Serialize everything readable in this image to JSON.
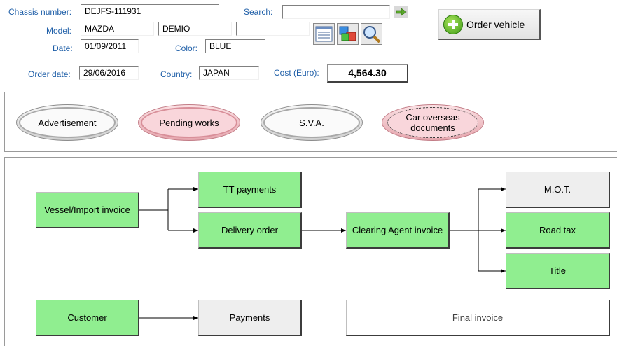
{
  "header": {
    "chassis_label": "Chassis number:",
    "chassis_value": "DEJFS-111931",
    "search_label": "Search:",
    "search_value": "",
    "model_label": "Model:",
    "model_make": "MAZDA",
    "model_name": "DEMIO",
    "model_extra": "",
    "date_label": "Date:",
    "date_value": "01/09/2011",
    "color_label": "Color:",
    "color_value": "BLUE",
    "order_date_label": "Order date:",
    "order_date_value": "29/06/2016",
    "country_label": "Country:",
    "country_value": "JAPAN",
    "cost_label": "Cost (Euro):",
    "cost_value": "4,564.30",
    "order_vehicle_label": "Order vehicle"
  },
  "tabs": [
    {
      "label": "Advertisement",
      "style": "grey"
    },
    {
      "label": "Pending works",
      "style": "pink"
    },
    {
      "label": "S.V.A.",
      "style": "grey"
    },
    {
      "label": "Car overseas documents",
      "style": "pink"
    }
  ],
  "flow": {
    "vessel": "Vessel/Import invoice",
    "tt_payments": "TT payments",
    "delivery_order": "Delivery order",
    "clearing_agent": "Clearing Agent invoice",
    "mot": "M.O.T.",
    "road_tax": "Road tax",
    "title": "Title",
    "customer": "Customer",
    "payments": "Payments",
    "final_invoice": "Final invoice"
  },
  "colors": {
    "label_blue": "#1f5fa8",
    "box_green": "#90ee90",
    "box_grey": "#eeeeee",
    "tab_pink": "#f9d6db"
  }
}
